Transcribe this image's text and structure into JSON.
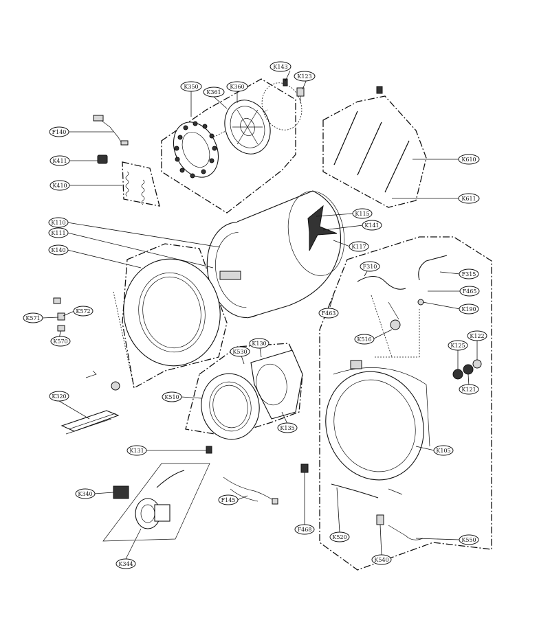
{
  "labels": {
    "K143": "K143",
    "K123": "K123",
    "K350": "K350",
    "K361": "K361",
    "K360": "K360",
    "F140": "F140",
    "K411": "K411",
    "K410": "K410",
    "K610": "K610",
    "K611": "K611",
    "K110": "K110",
    "K111": "K111",
    "K140": "K140",
    "K115": "K115",
    "K141": "K141",
    "K117": "K117",
    "F310": "F310",
    "F315": "F315",
    "F465": "F465",
    "F463": "F463",
    "K190": "K190",
    "K572": "K572",
    "K571": "K571",
    "K570": "K570",
    "K130": "K130",
    "K530": "K530",
    "K516": "K516",
    "K125": "K125",
    "K122": "K122",
    "K121": "K121",
    "K320": "K320",
    "K510": "K510",
    "K135": "K135",
    "K131": "K131",
    "K105": "K105",
    "K340": "K340",
    "F145": "F145",
    "F468": "F468",
    "K520": "K520",
    "K550": "K550",
    "K344": "K344",
    "K540": "K540"
  }
}
